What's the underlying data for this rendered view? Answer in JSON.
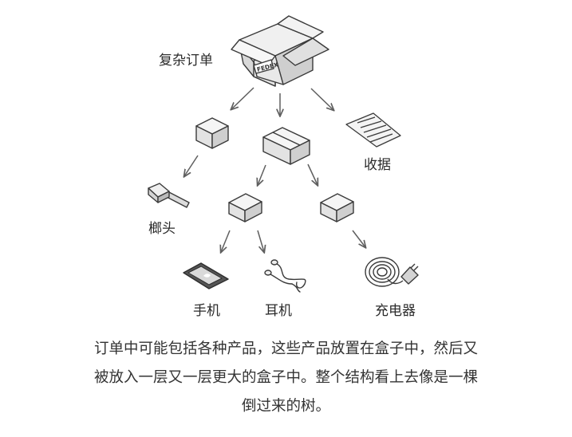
{
  "labels": {
    "complex_order": "复杂订单",
    "hammer": "榔头",
    "receipt": "收据",
    "phone": "手机",
    "earphones": "耳机",
    "charger": "充电器"
  },
  "box_brand": "FEDEX",
  "caption": {
    "line1": "订单中可能包括各种产品，这些产品放置在盒子中，然后又",
    "line2": "被放入一层又一层更大的盒子中。整个结构看上去像是一棵",
    "line3": "倒过来的树。"
  },
  "colors": {
    "stroke": "#3a3a3a",
    "arrow": "#5f5f5f",
    "box_top": "#f5f5f5",
    "box_side": "#cfcfcf",
    "box_front": "#e3e3e3"
  }
}
